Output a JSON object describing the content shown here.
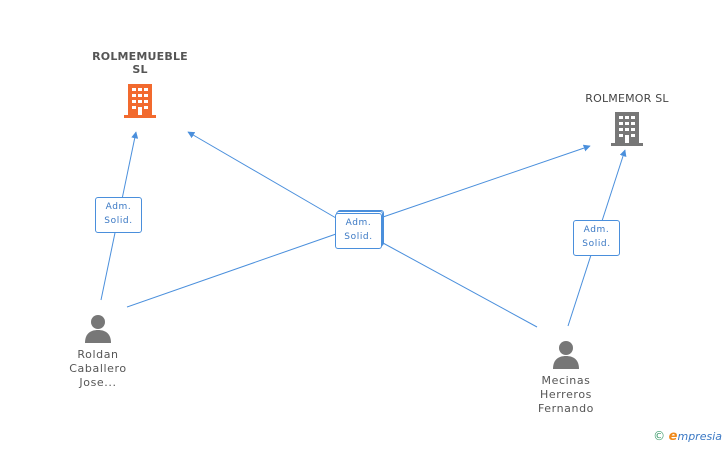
{
  "nodes": {
    "rolmemueble": {
      "name_line1": "ROLMEMUEBLE",
      "name_line2": "SL",
      "icon_color": "#f26a2e"
    },
    "rolmemor": {
      "name": "ROLMEMOR SL",
      "icon_color": "#777777"
    },
    "roldan": {
      "name_line1": "Roldan",
      "name_line2": "Caballero",
      "name_line3": "Jose..."
    },
    "mecinas": {
      "name_line1": "Mecinas",
      "name_line2": "Herreros",
      "name_line3": "Fernando"
    }
  },
  "relations": {
    "left": {
      "line1": "Adm.",
      "line2": "Solid."
    },
    "center": {
      "line1": "Adm.",
      "line2": "Solid."
    },
    "right": {
      "line1": "Adm.",
      "line2": "Solid."
    }
  },
  "colors": {
    "edge": "#4a8fdc",
    "person": "#777777"
  },
  "brand": {
    "copyright": "©",
    "e_letter": "e",
    "rest": "mpresia"
  }
}
